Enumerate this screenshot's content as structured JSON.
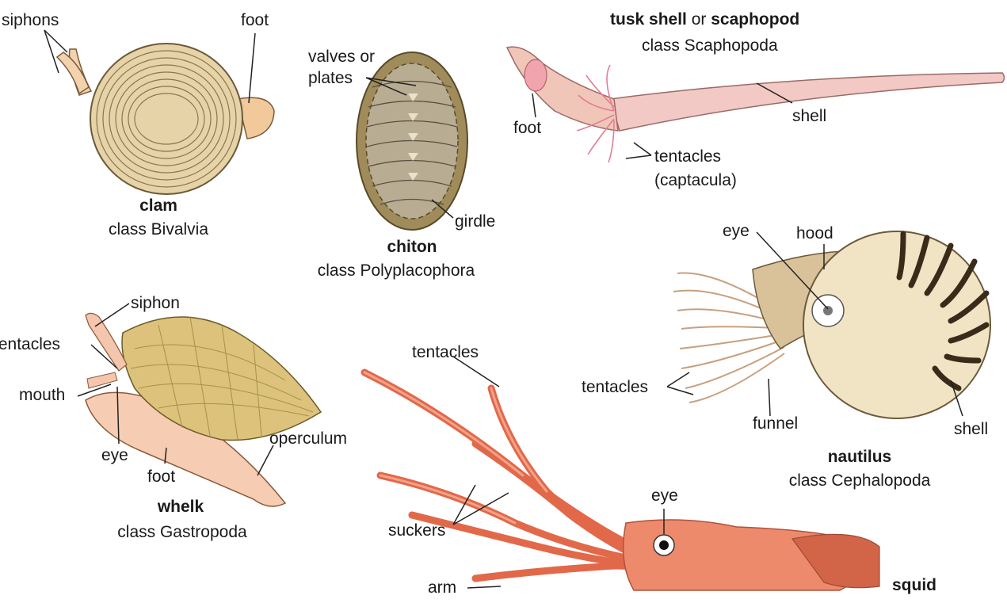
{
  "organisms": {
    "clam": {
      "name": "clam",
      "class": "class Bivalvia",
      "labels": {
        "siphons": "siphons",
        "foot": "foot"
      }
    },
    "chiton": {
      "name": "chiton",
      "class": "class Polyplacophora",
      "labels": {
        "valves": "valves or",
        "plates": "plates",
        "girdle": "girdle"
      }
    },
    "tusk_shell": {
      "name_bold_1": "tusk shell",
      "name_mid": " or ",
      "name_bold_2": "scaphopod",
      "class": "class Scaphopoda",
      "labels": {
        "foot": "foot",
        "shell": "shell",
        "tentacles": "tentacles",
        "captacula": "(captacula)"
      }
    },
    "nautilus": {
      "name": "nautilus",
      "class": "class Cephalopoda",
      "labels": {
        "eye": "eye",
        "hood": "hood",
        "tentacles": "tentacles",
        "funnel": "funnel",
        "shell": "shell"
      }
    },
    "whelk": {
      "name": "whelk",
      "class": "class Gastropoda",
      "labels": {
        "siphon": "siphon",
        "tentacles": "tentacles",
        "mouth": "mouth",
        "eye": "eye",
        "foot": "foot",
        "operculum": "operculum"
      }
    },
    "squid": {
      "name": "squid",
      "labels": {
        "tentacles": "tentacles",
        "suckers": "suckers",
        "arm": "arm",
        "eye": "eye"
      }
    }
  }
}
